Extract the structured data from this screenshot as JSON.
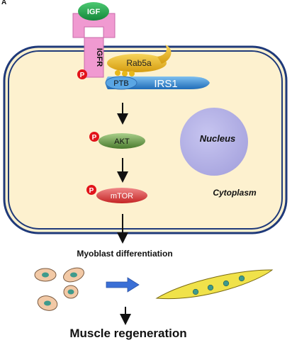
{
  "labels": {
    "igf": "IGF",
    "igfr": "IGFR",
    "rab5a": "Rab5a",
    "ptb": "PTB",
    "irs1": "IRS1",
    "akt": "AKT",
    "mtor": "mTOR",
    "nucleus": "Nucleus",
    "cytoplasm": "Cytoplasm",
    "phospho": "P",
    "myoblast_differentiation": "Myoblast differentiation",
    "muscle_regeneration": "Muscle regeneration",
    "panel_letter": "A"
  },
  "colors": {
    "igf": "#1aa34a",
    "igfr": "#f09ad1",
    "cell_fill": "#fdf1cf",
    "cell_border": "#1f3a7a",
    "irs1": "#2f86d3",
    "rab5a": "#e8b81a",
    "akt": "#5b8c3b",
    "mtor": "#d23a3a",
    "phospho": "#e2141b",
    "nucleus": "#b2b0e6",
    "myoblast": "#f2c9a6",
    "myotube": "#f0e24a",
    "cell_nucleus": "#3f9a8c",
    "process_arrow": "#3a6fd6"
  }
}
